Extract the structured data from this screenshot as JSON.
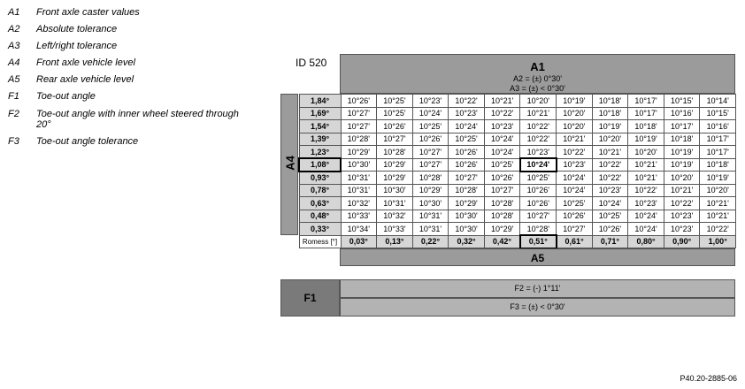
{
  "legend": [
    {
      "code": "A1",
      "text": "Front axle caster values"
    },
    {
      "code": "A2",
      "text": "Absolute tolerance"
    },
    {
      "code": "A3",
      "text": "Left/right tolerance"
    },
    {
      "code": "A4",
      "text": "Front axle vehicle level"
    },
    {
      "code": "A5",
      "text": "Rear axle vehicle level"
    },
    {
      "code": "F1",
      "text": "Toe-out angle"
    },
    {
      "code": "F2",
      "text": "Toe-out angle with inner wheel steered through 20°"
    },
    {
      "code": "F3",
      "text": "Toe-out angle tolerance"
    }
  ],
  "table": {
    "id_label": "ID 520",
    "a1_title": "A1",
    "a2_text": "A2 = (±) 0°30'",
    "a3_text": "A3 = (±) < 0°30'",
    "a4_title": "A4",
    "a5_title": "A5",
    "row_headers": [
      "1,84°",
      "1,69°",
      "1,54°",
      "1,39°",
      "1,23°",
      "1,08°",
      "0,93°",
      "0,78°",
      "0,63°",
      "0,48°",
      "0,33°"
    ],
    "rows": [
      [
        "10°26'",
        "10°25'",
        "10°23'",
        "10°22'",
        "10°21'",
        "10°20'",
        "10°19'",
        "10°18'",
        "10°17'",
        "10°15'",
        "10°14'"
      ],
      [
        "10°27'",
        "10°25'",
        "10°24'",
        "10°23'",
        "10°22'",
        "10°21'",
        "10°20'",
        "10°18'",
        "10°17'",
        "10°16'",
        "10°15'"
      ],
      [
        "10°27'",
        "10°26'",
        "10°25'",
        "10°24'",
        "10°23'",
        "10°22'",
        "10°20'",
        "10°19'",
        "10°18'",
        "10°17'",
        "10°16'"
      ],
      [
        "10°28'",
        "10°27'",
        "10°26'",
        "10°25'",
        "10°24'",
        "10°22'",
        "10°21'",
        "10°20'",
        "10°19'",
        "10°18'",
        "10°17'"
      ],
      [
        "10°29'",
        "10°28'",
        "10°27'",
        "10°26'",
        "10°24'",
        "10°23'",
        "10°22'",
        "10°21'",
        "10°20'",
        "10°19'",
        "10°17'"
      ],
      [
        "10°30'",
        "10°29'",
        "10°27'",
        "10°26'",
        "10°25'",
        "10°24'",
        "10°23'",
        "10°22'",
        "10°21'",
        "10°19'",
        "10°18'"
      ],
      [
        "10°31'",
        "10°29'",
        "10°28'",
        "10°27'",
        "10°26'",
        "10°25'",
        "10°24'",
        "10°22'",
        "10°21'",
        "10°20'",
        "10°19'"
      ],
      [
        "10°31'",
        "10°30'",
        "10°29'",
        "10°28'",
        "10°27'",
        "10°26'",
        "10°24'",
        "10°23'",
        "10°22'",
        "10°21'",
        "10°20'"
      ],
      [
        "10°32'",
        "10°31'",
        "10°30'",
        "10°29'",
        "10°28'",
        "10°26'",
        "10°25'",
        "10°24'",
        "10°23'",
        "10°22'",
        "10°21'"
      ],
      [
        "10°33'",
        "10°32'",
        "10°31'",
        "10°30'",
        "10°28'",
        "10°27'",
        "10°26'",
        "10°25'",
        "10°24'",
        "10°23'",
        "10°21'"
      ],
      [
        "10°34'",
        "10°33'",
        "10°31'",
        "10°30'",
        "10°29'",
        "10°28'",
        "10°27'",
        "10°26'",
        "10°24'",
        "10°23'",
        "10°22'"
      ]
    ],
    "highlight_row_header": "1,08°",
    "highlight_cell": "10°24'",
    "highlight_col_header": "0,51°",
    "romess_label": "Romess [°]",
    "col_headers": [
      "0,03°",
      "0,13°",
      "0,22°",
      "0,32°",
      "0,42°",
      "0,51°",
      "0,61°",
      "0,71°",
      "0,80°",
      "0,90°",
      "1,00°"
    ]
  },
  "toe": {
    "f1_title": "F1",
    "f2_text": "F2 = (-) 1°11'",
    "f3_text": "F3 = (±) < 0°30'"
  },
  "figure_id": "P40.20-2885-06"
}
